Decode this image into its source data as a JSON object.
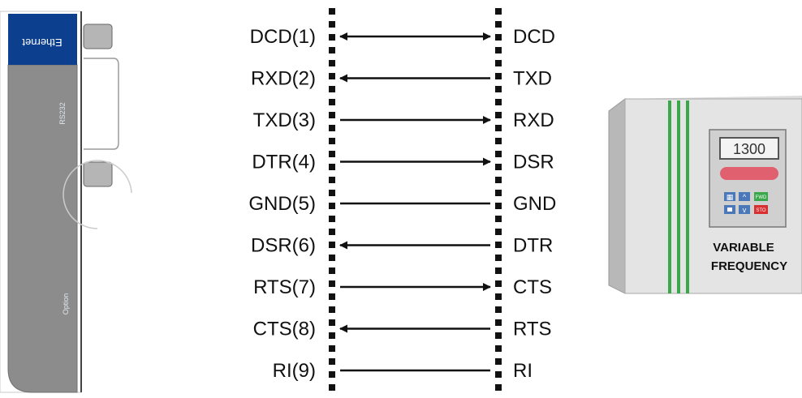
{
  "device_left": {
    "ethernet_label": "Ethernet",
    "rs232_label": "RS232",
    "option_label": "Option"
  },
  "pins": [
    {
      "left": "DCD(1)",
      "right": "DCD",
      "direction": "both"
    },
    {
      "left": "RXD(2)",
      "right": "TXD",
      "direction": "left"
    },
    {
      "left": "TXD(3)",
      "right": "RXD",
      "direction": "right"
    },
    {
      "left": "DTR(4)",
      "right": "DSR",
      "direction": "right"
    },
    {
      "left": "GND(5)",
      "right": "GND",
      "direction": "none"
    },
    {
      "left": "DSR(6)",
      "right": "DTR",
      "direction": "left"
    },
    {
      "left": "RTS(7)",
      "right": "CTS",
      "direction": "right"
    },
    {
      "left": "CTS(8)",
      "right": "RTS",
      "direction": "left"
    },
    {
      "left": "RI(9)",
      "right": "RI",
      "direction": "none"
    }
  ],
  "vfd": {
    "display_value": "1300",
    "fwd_label": "FWD",
    "stop_label": "STO",
    "label_line1": "VARIABLE",
    "label_line2": "FREQUENCY"
  },
  "colors": {
    "ethernet_blue": "#0d3f8f",
    "device_gray": "#8c8c8c",
    "vfd_green": "#3aa84a",
    "vfd_red": "#e06070",
    "panel_blue": "#4a78b8"
  }
}
